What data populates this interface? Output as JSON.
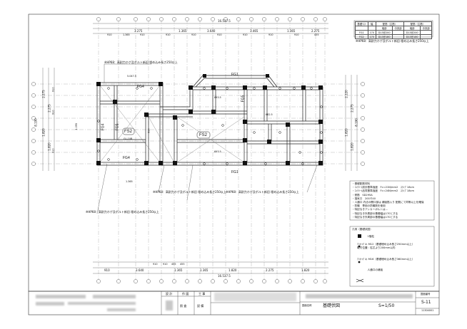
{
  "drawing": {
    "title": "基礎伏図",
    "scale": "S=1/50",
    "sheet_label": "図面番号",
    "sheet_no": "S-11",
    "doc_code": "11304001"
  },
  "title_block": {
    "roles": [
      "設 計",
      "作 図",
      "工 事"
    ],
    "checks": [
      "照 査",
      "設 備"
    ],
    "drawing_name_label": "図面名称",
    "scale_label": "縮尺"
  },
  "dimensions": {
    "top_total": "16.537.5",
    "top_segments": [
      "3.275",
      "1.365",
      "3.640",
      "3.465",
      "1.365",
      "2.275"
    ],
    "top_sub": [
      "910",
      "1.365",
      "910",
      "910",
      "910",
      "910",
      "910",
      "910",
      "910",
      "910",
      "910",
      "910",
      "455",
      "910",
      "910"
    ],
    "bottom_total": "16.537.5",
    "bottom_segments": [
      "910",
      "3.640",
      "1.365",
      "1.365",
      "1.820",
      "2.275",
      "1.820"
    ],
    "bottom_sub": [
      "910",
      "910",
      "910",
      "910",
      "455",
      "455",
      "910",
      "910",
      "910",
      "910",
      "910",
      "910",
      "910",
      "910"
    ],
    "left_total": "8.190",
    "left_segments": [
      "2.275",
      "1.820",
      "2.275",
      "1.820"
    ],
    "left_sub": [
      "910",
      "910",
      "910",
      "910",
      "455",
      "455",
      "910",
      "910",
      "455",
      "455",
      "910"
    ],
    "right_total": "8.190",
    "right_segments": [
      "2.120",
      "1.820",
      "2.275",
      "1.820"
    ],
    "misc": [
      "5.047.5",
      "4.095",
      "1.365",
      "9.405",
      "693.5",
      "693.5",
      "682.5",
      "682.5",
      "910",
      "910"
    ]
  },
  "labels": {
    "fs2": "FS2",
    "fs2_level": "GL-10B",
    "fg1": "FG1",
    "fg4": "FG4",
    "fg5": "FG5"
  },
  "callouts": [
    "※HP68：高耐力ホゲ及ボルト新旧 埋め込み長さ250以上",
    "※HP68：高耐力ホゲ及ボルト新旧 埋め込み長さ250以上",
    "※HP68：高耐力ホゲ及ボルト新旧 埋め込み長さ250以上",
    "※HP68：高耐力ホゲ及ボルト新旧 埋め込み長さ250以上",
    "※HP68：高耐力ホゲ及ボルト新旧 埋め込み長さ250以上"
  ],
  "legend_table": {
    "headers": [
      "基礎ﾘｽﾄ",
      "幅",
      "配筋（主筋）",
      "",
      "配筋（主筋）",
      ""
    ],
    "sub": [
      "",
      "",
      "端部",
      "中央部",
      "端部",
      "中央部"
    ],
    "rows": [
      [
        "FG1",
        "170",
        "D13@200",
        "",
        "D13@200",
        ""
      ],
      [
        "FG2",
        "170",
        "D13@180",
        "",
        "D13@180",
        ""
      ]
    ]
  },
  "spec_notes": "・基礎配筋材料\n・ｺﾝｸﾘｰﾄ設計基準強度　Fc=21N/mm2　ｽﾗﾝﾌﾟ18cm\n・ｺﾝｸﾘｰﾄ品質基準強度　Fc=24N/mm2　ｽﾗﾝﾌﾟ18cm\n・鉄筋　SD295A\n・換気口　200Ｘ40\n・人通口 内法の開口部は 補強筋入り 配筋にて同等以上を確保\n・防蟻　専用の防蟻剤を使用\n・特記なきアンカーボルトは…\n・特記なき外周部の基礎幅は170とする\n・特記なき外周部の基礎幅は170とする",
  "legend_notes": "凡例（基礎伏図）\n\n　　　　　　1階柱\n\n　　ｱﾝｶｰﾎﾞﾙﾄ M12（基礎埋め込み長さ250mm以上）\n　　取付位置：柱芯より200mm以内\n　　\n　　\n　　ｱﾝｶｰﾎﾞﾙﾄ M16（基礎埋め込み長さ360mm以上）\n　　\n\n　　　　　　人通口の補強"
}
